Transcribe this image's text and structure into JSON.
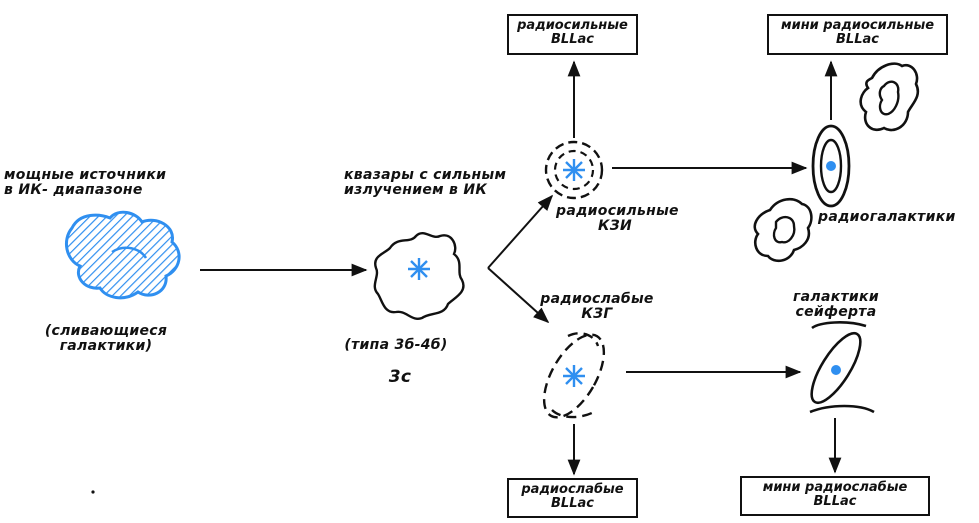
{
  "labels": {
    "ir_sources": "мощные источники\nв ИК- диапазоне",
    "merging": "(сливающиеся\nгалактики)",
    "quasars": "квазары с сильным\nизлучением в ИК",
    "type": "(типа 3б-4б)",
    "quasar_code": "3с",
    "radio_loud_qso": "радиосильные\nКЗИ",
    "radio_quiet_qso": "радиослабые\nКЗГ",
    "radio_galaxies": "радиогалактики",
    "seyfert": "галактики\nсейферта"
  },
  "boxes": {
    "radio_loud_bllac": "радиосильные\nBLLac",
    "mini_radio_loud_bllac": "мини радиосильные\nBLLac",
    "radio_quiet_bllac": "радиослабые\nBLLac",
    "mini_radio_quiet_bllac": "мини радиослабые\nBLLac"
  },
  "colors": {
    "ink": "#111111",
    "accent": "#2f8ff0"
  }
}
